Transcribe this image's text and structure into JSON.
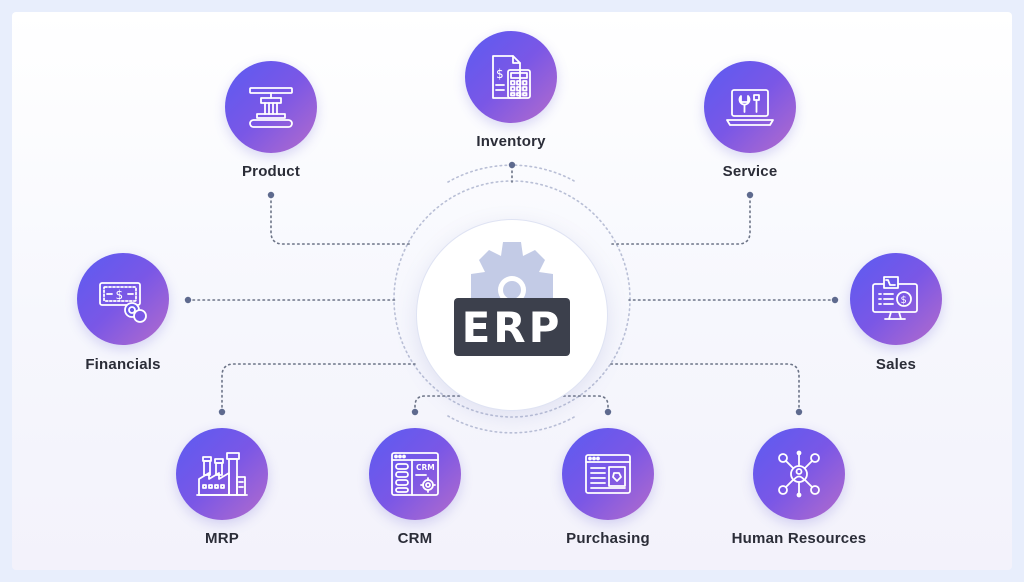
{
  "center": {
    "label": "ERP"
  },
  "modules": [
    {
      "id": "product",
      "label": "Product",
      "icon": "press-machine-icon"
    },
    {
      "id": "inventory",
      "label": "Inventory",
      "icon": "calculator-document-icon"
    },
    {
      "id": "service",
      "label": "Service",
      "icon": "laptop-tools-icon"
    },
    {
      "id": "financials",
      "label": "Financials",
      "icon": "cash-coins-icon"
    },
    {
      "id": "sales",
      "label": "Sales",
      "icon": "monitor-cart-icon"
    },
    {
      "id": "mrp",
      "label": "MRP",
      "icon": "factory-icon"
    },
    {
      "id": "crm",
      "label": "CRM",
      "icon": "crm-window-icon"
    },
    {
      "id": "purchasing",
      "label": "Purchasing",
      "icon": "browser-tag-icon"
    },
    {
      "id": "hr",
      "label": "Human Resources",
      "icon": "people-network-icon"
    }
  ],
  "icon_text": {
    "crm": "CRM",
    "dollar": "$"
  },
  "colors": {
    "node_gradient_start": "#5b5bf2",
    "node_gradient_end": "#b46ccb",
    "connector": "#6b7386",
    "erp_plate": "#3c404c",
    "gear": "#c3cbe6"
  }
}
